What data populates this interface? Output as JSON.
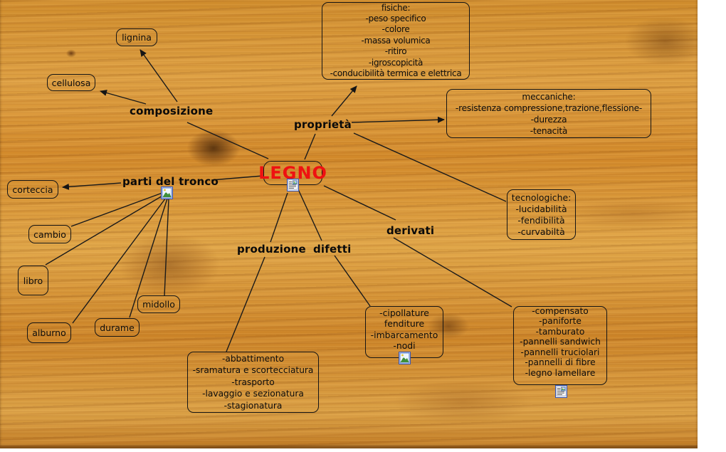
{
  "center": {
    "label": "LEGNO",
    "color": "#ee1111"
  },
  "branches": {
    "composizione": "composizione",
    "proprieta": "proprietà",
    "parti_del_tronco": "parti del tronco",
    "produzione": "produzione",
    "difetti": "difetti",
    "derivati": "derivati"
  },
  "leaves": {
    "lignina": "lignina",
    "cellulosa": "cellulosa",
    "corteccia": "corteccia",
    "cambio": "cambio",
    "libro": "libro",
    "alburno": "alburno",
    "durame": "durame",
    "midollo": "midollo"
  },
  "boxes": {
    "fisiche": {
      "lines": [
        "fisiche:",
        "-peso specifico",
        "-colore",
        "-massa volumica",
        "-ritiro",
        "-igroscopicità",
        "-conducibilità termica e elettrica"
      ]
    },
    "meccaniche": {
      "lines": [
        "meccaniche:",
        "-resistenza compressione,trazione,flessione-",
        "-durezza",
        "-tenacità"
      ]
    },
    "tecnologiche": {
      "lines": [
        "tecnologiche:",
        "-lucidabilità",
        "-fendibilità",
        "-curvabiltà"
      ]
    },
    "produzione_fasi": {
      "lines": [
        "-abbattimento",
        "-sramatura e scortecciatura",
        "-trasporto",
        "-lavaggio e sezionatura",
        "-stagionatura"
      ]
    },
    "difetti_elenco": {
      "lines": [
        "-cipollature",
        "fenditure",
        "-imbarcamento",
        "-nodi"
      ]
    },
    "derivati_elenco": {
      "lines": [
        "-compensato",
        "-paniforte",
        "-tamburato",
        "-pannelli sandwich",
        "-pannelli truciolari",
        "-pannelli di fibre",
        "-legno lamellare"
      ]
    }
  },
  "icons": {
    "legno_resource": "document-icon",
    "tronco_resource": "picture-icon",
    "difetti_resource": "picture-icon",
    "derivati_resource": "document-icon"
  },
  "colors": {
    "center_text": "#ee1111",
    "line": "#1a1a1a",
    "wood_base": "#d6952f",
    "background": "#ffffff"
  },
  "connections": [
    {
      "from": "LEGNO",
      "to": "composizione",
      "arrow": false
    },
    {
      "from": "composizione",
      "to": "lignina",
      "arrow": true
    },
    {
      "from": "composizione",
      "to": "cellulosa",
      "arrow": true
    },
    {
      "from": "LEGNO",
      "to": "proprietà",
      "arrow": false
    },
    {
      "from": "proprietà",
      "to": "fisiche",
      "arrow": true
    },
    {
      "from": "proprietà",
      "to": "meccaniche",
      "arrow": true
    },
    {
      "from": "proprietà",
      "to": "tecnologiche",
      "arrow": false
    },
    {
      "from": "LEGNO",
      "to": "parti del tronco",
      "arrow": false
    },
    {
      "from": "parti del tronco",
      "to": "corteccia",
      "arrow": true
    },
    {
      "from": "parti del tronco",
      "to": "cambio",
      "arrow": false
    },
    {
      "from": "parti del tronco",
      "to": "libro",
      "arrow": false
    },
    {
      "from": "parti del tronco",
      "to": "alburno",
      "arrow": false
    },
    {
      "from": "parti del tronco",
      "to": "durame",
      "arrow": false
    },
    {
      "from": "parti del tronco",
      "to": "midollo",
      "arrow": false
    },
    {
      "from": "LEGNO",
      "to": "produzione",
      "arrow": false
    },
    {
      "from": "produzione",
      "to": "produzione_fasi",
      "arrow": false
    },
    {
      "from": "LEGNO",
      "to": "difetti",
      "arrow": false
    },
    {
      "from": "difetti",
      "to": "difetti_elenco",
      "arrow": false
    },
    {
      "from": "LEGNO",
      "to": "derivati",
      "arrow": false
    },
    {
      "from": "derivati",
      "to": "derivati_elenco",
      "arrow": false
    }
  ]
}
